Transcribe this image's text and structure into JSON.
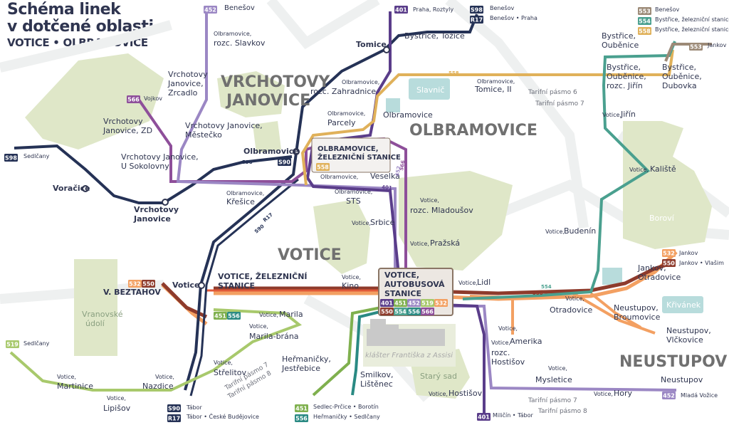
{
  "title": {
    "line1": "Schéma linek",
    "line2": "v dotčené oblasti",
    "line3": "VOTICE • OLBRAMOVICE"
  },
  "colors": {
    "l401": "#5a3d8a",
    "l451": "#7fb04e",
    "l452": "#9b87c4",
    "l519": "#a8c96c",
    "l532": "#f3a062",
    "l550": "#8e3b2c",
    "l553": "#9c8a77",
    "l554": "#4aa08f",
    "l556": "#2a8a83",
    "l558": "#e0b15a",
    "l566": "#8e4f9a",
    "l598": "#253256",
    "train": "#253256",
    "train_r17": "#253256",
    "trunk": "#e05a3a",
    "area": "#dfe7c8",
    "water": "#b8dcdc"
  },
  "areas": {
    "vrchotovy_janovice": "VRCHOTOVY\nJANOVICE",
    "olbramovice": "OLBRAMOVICE",
    "votice": "VOTICE",
    "neustupov": "NEUSTUPOV",
    "slavnic": "Slavnič",
    "borovi": "Boroví",
    "krivanek": "Křivánek",
    "vranovske": "Vranovské\núdolí",
    "klaster": "klášter Františka z Assisi",
    "stary_sad": "Starý sad"
  },
  "stops": [
    {
      "id": "benesov_top",
      "text": "Benešov"
    },
    {
      "id": "olbr_slavkov_small",
      "text": "Olbramovice,"
    },
    {
      "id": "olbr_slavkov",
      "text": "rozc. Slavkov"
    },
    {
      "id": "vojkov",
      "text": "Vojkov"
    },
    {
      "id": "vj_zrcadlo",
      "text": "Vrchotovy\nJanovice,\nZrcadlo"
    },
    {
      "id": "vj_zd",
      "text": "Vrchotovy\nJanovice, ZD"
    },
    {
      "id": "vj_mestecko",
      "text": "Vrchotovy Janovice,\nMěstečko"
    },
    {
      "id": "vj_sokolovny",
      "text": "Vrchotovy Janovice,\nU Sokolovny"
    },
    {
      "id": "sedlcany_left",
      "text": "Sedlčany"
    },
    {
      "id": "voracice",
      "text": "Voračice"
    },
    {
      "id": "vj_station",
      "text": "Vrchotovy\nJanovice"
    },
    {
      "id": "olbr_krese_small",
      "text": "Olbramovice,"
    },
    {
      "id": "olbr_kresice",
      "text": "Křešice"
    },
    {
      "id": "olbr_zahr_small",
      "text": "Olbramovice,"
    },
    {
      "id": "olbr_zahradnice",
      "text": "rozc. Zahradnice"
    },
    {
      "id": "olbr_parcely_small",
      "text": "Olbramovice,"
    },
    {
      "id": "olbr_parcely",
      "text": "Parcely"
    },
    {
      "id": "olbramovice_stop",
      "text": "Olbramovice"
    },
    {
      "id": "tomice",
      "text": "Tomice"
    },
    {
      "id": "praha_roztyly",
      "text": "Praha, Roztyly"
    },
    {
      "id": "bystrice_tozice",
      "text": "Bystřice, Tožice"
    },
    {
      "id": "benesov_r",
      "text": "Benešov"
    },
    {
      "id": "benesov_praha",
      "text": "Benešov • Praha"
    },
    {
      "id": "tomice_ii_small",
      "text": "Olbramovice,"
    },
    {
      "id": "tomice_ii",
      "text": "Tomice, II"
    },
    {
      "id": "olbr_station_label",
      "text": "Olbramovice"
    },
    {
      "id": "olbr_zel_stanice",
      "text": "OLBRAMOVICE,\nŽELEZNIČNÍ STANICE"
    },
    {
      "id": "olbr_veselka_small",
      "text": "Olbramovice,"
    },
    {
      "id": "olbr_veselka",
      "text": "Veselka"
    },
    {
      "id": "olbr_sts_small",
      "text": "Olbramovice,"
    },
    {
      "id": "olbr_sts",
      "text": "STS"
    },
    {
      "id": "votice_mladousov_small",
      "text": "Votice,"
    },
    {
      "id": "votice_mladousov",
      "text": "rozc. Mladoušov"
    },
    {
      "id": "votice_srbice_small",
      "text": "Votice,"
    },
    {
      "id": "votice_srbice",
      "text": "Srbice"
    },
    {
      "id": "votice_prazska_small",
      "text": "Votice,"
    },
    {
      "id": "votice_prazska",
      "text": "Pražská"
    },
    {
      "id": "votice_station",
      "text": "Votice"
    },
    {
      "id": "votice_zel_stanice",
      "text": "VOTICE, ŽELEZNIČNÍ\nSTANICE"
    },
    {
      "id": "votice_kino_small",
      "text": "Votice,"
    },
    {
      "id": "votice_kino",
      "text": "Kino"
    },
    {
      "id": "votice_bus",
      "text": "VOTICE,\nAUTOBUSOVÁ\nSTANICE"
    },
    {
      "id": "votice_lidl_small",
      "text": "Votice,"
    },
    {
      "id": "votice_lidl",
      "text": "Lidl"
    },
    {
      "id": "v_beztahov",
      "text": "V. BEZTAHOV"
    },
    {
      "id": "votice_marila_small",
      "text": "Votice,"
    },
    {
      "id": "votice_marila",
      "text": "Marila"
    },
    {
      "id": "votice_brana_small",
      "text": "Votice,"
    },
    {
      "id": "votice_brana",
      "text": "Marila-brána"
    },
    {
      "id": "sedlcany_519",
      "text": "Sedlčany"
    },
    {
      "id": "votice_martinice_small",
      "text": "Votice,"
    },
    {
      "id": "votice_martinice",
      "text": "Martinice"
    },
    {
      "id": "votice_lipisov_small",
      "text": "Votice,"
    },
    {
      "id": "votice_lipisov",
      "text": "Lipišov"
    },
    {
      "id": "votice_nazdice_small",
      "text": "Votice,"
    },
    {
      "id": "votice_nazdice",
      "text": "Nazdice"
    },
    {
      "id": "votice_strelitov_small",
      "text": "Votice,"
    },
    {
      "id": "votice_strelitov",
      "text": "Střelitov"
    },
    {
      "id": "hermanicky",
      "text": "Heřmaničky,\nJestřebice"
    },
    {
      "id": "smilkov",
      "text": "Smilkov,\nLištěnec"
    },
    {
      "id": "votice_amerika_small",
      "text": "Votice,"
    },
    {
      "id": "votice_amerika",
      "text": "Amerika"
    },
    {
      "id": "votice_hostisov_rozc_small",
      "text": "Votice,"
    },
    {
      "id": "votice_hostisov_rozc",
      "text": "rozc.\nHostišov"
    },
    {
      "id": "votice_hostisov_small",
      "text": "Votice,"
    },
    {
      "id": "votice_hostisov",
      "text": "Hostišov"
    },
    {
      "id": "votice_myslet_small",
      "text": "Votice,"
    },
    {
      "id": "votice_mysletice",
      "text": "Mysletice"
    },
    {
      "id": "votice_hory_small",
      "text": "Votice,"
    },
    {
      "id": "votice_hory",
      "text": "Hory"
    },
    {
      "id": "neustupov_stop",
      "text": "Neustupov"
    },
    {
      "id": "mlada_vozice",
      "text": "Mladá Vožice"
    },
    {
      "id": "milcin_tabor",
      "text": "Miličín • Tábor"
    },
    {
      "id": "votice_otradovice_small",
      "text": "Votice,"
    },
    {
      "id": "votice_otradovice",
      "text": "Otradovice"
    },
    {
      "id": "jankov_otradovice",
      "text": "Jankov,\nOtradovice"
    },
    {
      "id": "neustupov_broumovice",
      "text": "Neustupov,\nBroumovice"
    },
    {
      "id": "neustupov_vlckovice",
      "text": "Neustupov,\nVlčkovice"
    },
    {
      "id": "jankov_532",
      "text": "Jankov"
    },
    {
      "id": "jankov_vlasim",
      "text": "Jankov • Vlašim"
    },
    {
      "id": "votice_budenin_small",
      "text": "Votice,"
    },
    {
      "id": "votice_budenin",
      "text": "Budenín"
    },
    {
      "id": "votice_kaliste_small",
      "text": "Votice,"
    },
    {
      "id": "votice_kaliste",
      "text": "Kaliště"
    },
    {
      "id": "votice_jirin_small",
      "text": "Votice,"
    },
    {
      "id": "votice_jirin",
      "text": "Jiřín"
    },
    {
      "id": "bystrice_oubenice",
      "text": "Bystřice,\nOuběnice"
    },
    {
      "id": "bystrice_oub_jirin",
      "text": "Bystřice,\nOuběnice,\nrozc. Jiřín"
    },
    {
      "id": "bystrice_oub_dubovka",
      "text": "Bystřice,\nOuběnice,\nDubovka"
    },
    {
      "id": "jankov_553",
      "text": "Jankov"
    },
    {
      "id": "tabor_s90",
      "text": "Tábor"
    },
    {
      "id": "tabor_cb",
      "text": "Tábor • České Budějovice"
    },
    {
      "id": "sedlcany_reice_borotin",
      "text": "Sedlec-Prčice • Borotín"
    },
    {
      "id": "hermanicky_sedlcany",
      "text": "Heřmaničky • Sedlčany"
    },
    {
      "id": "legend_553",
      "text": "Benešov"
    },
    {
      "id": "legend_554",
      "text": "Bystřice, železniční stanice"
    },
    {
      "id": "legend_558",
      "text": "Bystřice, železniční stanice"
    },
    {
      "id": "pasmo6a",
      "text": "Tarifní pásmo 6"
    },
    {
      "id": "pasmo7a",
      "text": "Tarifní pásmo 7"
    },
    {
      "id": "pasmo7b",
      "text": "Tarifní pásmo 7"
    },
    {
      "id": "pasmo8b",
      "text": "Tarifní pásmo 8"
    },
    {
      "id": "pasmo7c",
      "text": "Tarifní pásmo 7"
    },
    {
      "id": "pasmo8c",
      "text": "Tarifní pásmo 8"
    }
  ],
  "badges": [
    {
      "id": "b452_top",
      "text": "452",
      "color": "#9b87c4"
    },
    {
      "id": "b401_top",
      "text": "401",
      "color": "#5a3d8a"
    },
    {
      "id": "b598_top",
      "text": "S98",
      "color": "#253256"
    },
    {
      "id": "b17_top",
      "text": "R17",
      "color": "#253256"
    },
    {
      "id": "b566_left",
      "text": "566",
      "color": "#8e4f9a"
    },
    {
      "id": "b598_left",
      "text": "S98",
      "color": "#253256"
    },
    {
      "id": "b590_olbr",
      "text": "S90",
      "color": "#253256"
    },
    {
      "id": "b558_olbr",
      "text": "558",
      "color": "#e0b15a"
    },
    {
      "id": "b553_leg",
      "text": "553",
      "color": "#9c8a77"
    },
    {
      "id": "b554_leg",
      "text": "554",
      "color": "#4aa08f"
    },
    {
      "id": "b558_leg",
      "text": "558",
      "color": "#e0b15a"
    },
    {
      "id": "b553_jankov",
      "text": "553",
      "color": "#9c8a77"
    },
    {
      "id": "b532_right",
      "text": "532",
      "color": "#f3a062"
    },
    {
      "id": "b550_right",
      "text": "550",
      "color": "#8e3b2c"
    },
    {
      "id": "b532_left",
      "text": "532",
      "color": "#f3a062"
    },
    {
      "id": "b550_left",
      "text": "550",
      "color": "#8e3b2c"
    },
    {
      "id": "b451_marila",
      "text": "451",
      "color": "#7fb04e"
    },
    {
      "id": "b556_marila",
      "text": "556",
      "color": "#2a8a83"
    },
    {
      "id": "b519_left",
      "text": "519",
      "color": "#a8c96c"
    },
    {
      "id": "b590_bottom",
      "text": "S90",
      "color": "#253256"
    },
    {
      "id": "b17_bottom",
      "text": "R17",
      "color": "#253256"
    },
    {
      "id": "b451_bottom",
      "text": "451",
      "color": "#7fb04e"
    },
    {
      "id": "b556_bottom",
      "text": "556",
      "color": "#2a8a83"
    },
    {
      "id": "b401_bottom",
      "text": "401",
      "color": "#5a3d8a"
    },
    {
      "id": "b452_bottom",
      "text": "452",
      "color": "#9b87c4"
    },
    {
      "id": "bs401",
      "text": "401",
      "color": "#5a3d8a"
    },
    {
      "id": "bs451",
      "text": "451",
      "color": "#7fb04e"
    },
    {
      "id": "bs452",
      "text": "452",
      "color": "#9b87c4"
    },
    {
      "id": "bs519",
      "text": "519",
      "color": "#a8c96c"
    },
    {
      "id": "bs532",
      "text": "532",
      "color": "#f3a062"
    },
    {
      "id": "bs550",
      "text": "550",
      "color": "#8e3b2c"
    },
    {
      "id": "bs554",
      "text": "554",
      "color": "#4aa08f"
    },
    {
      "id": "bs556",
      "text": "556",
      "color": "#2a8a83"
    },
    {
      "id": "bs566",
      "text": "566",
      "color": "#8e4f9a"
    }
  ],
  "line_labels": {
    "l598_a": "598",
    "l590_a": "S90",
    "l17_a": "R17",
    "l566_a": "566",
    "l558_a": "558",
    "l550_a": "550",
    "l554_a": "554",
    "l401_a": "401",
    "l452_a": "452"
  }
}
